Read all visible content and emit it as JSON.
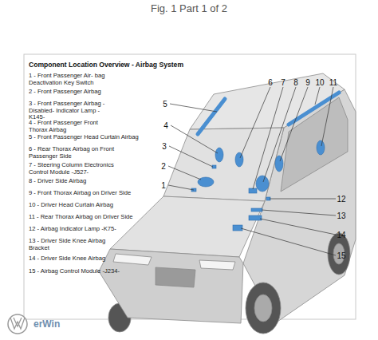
{
  "diagram": {
    "title": "Component Location Overview - Airbag System",
    "caption": "Fig. 1 Part 1 of 2",
    "labels": [
      "1 - Front Passenger Air- bag Deactivation Key Switch",
      "2 - Front Passenger Airbag",
      "3 - Front Passenger Airbag -Disabled- Indicator Lamp - K145-",
      "4 - Front Passenger Front Thorax Airbag",
      "5 - Front Passenger Head Curtain Airbag",
      "6 - Rear Thorax Airbag on Front Passenger Side",
      "7 - Steering Column Electronics Control Module -J527-",
      "8 - Driver Side Airbag",
      "9 - Front Thorax Airbag on Driver Side",
      "10 - Driver Head Curtain Airbag",
      "11 - Rear Thorax Airbag on Driver Side",
      "12 - Airbag Indicator Lamp -K75-",
      "13 - Driver Side Knee Airbag Bracket",
      "14 - Driver Side Knee Airbag",
      "15 - Airbag Control Module -J234-",
      "1",
      "2",
      "3",
      "4",
      "5",
      "6",
      "7",
      "8",
      "9",
      "10",
      "11",
      "12",
      "13",
      "14",
      "15",
      "erWin"
    ]
  }
}
